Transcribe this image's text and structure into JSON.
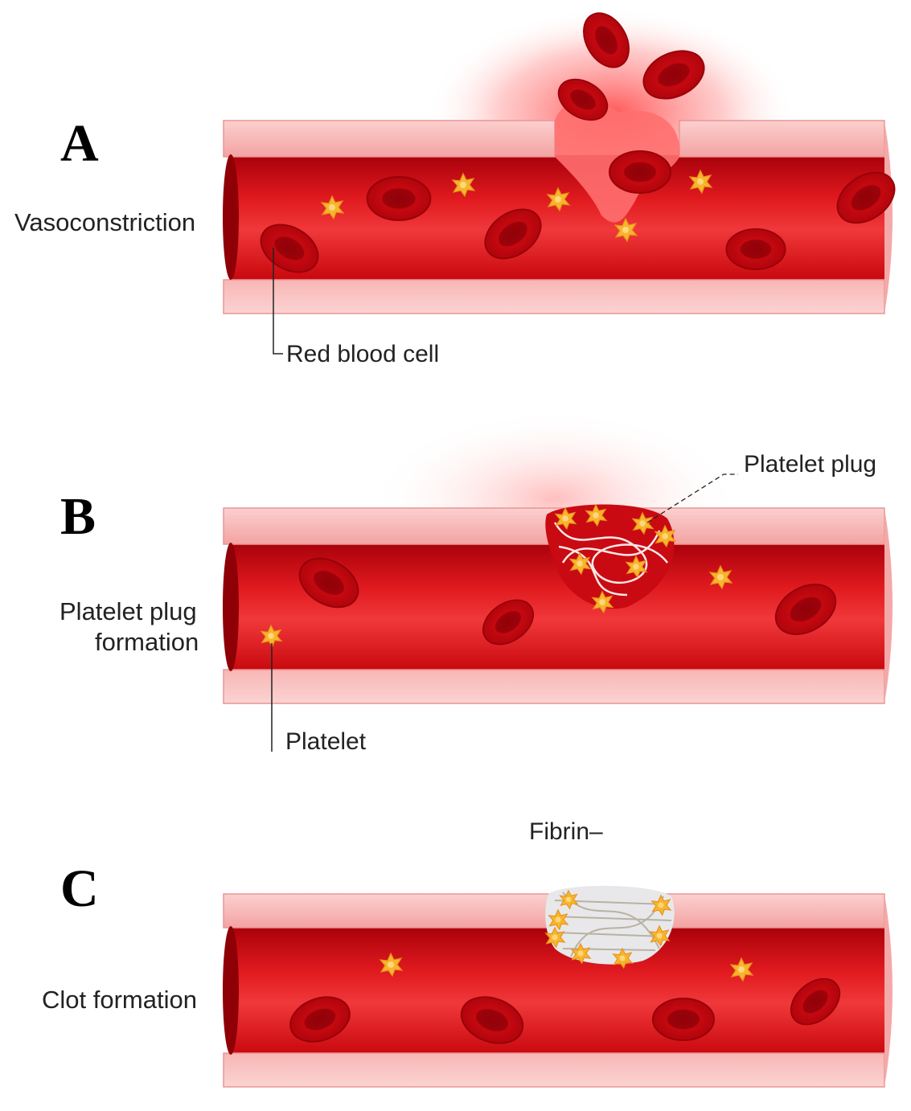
{
  "panels": [
    {
      "letter": "A",
      "label": "Vasoconstriction",
      "callout": "Red blood cell"
    },
    {
      "letter": "B",
      "label_line1": "Platelet plug",
      "label_line2": "formation",
      "callout_plug": "Platelet plug",
      "callout_platelet": "Platelet"
    },
    {
      "letter": "C",
      "label": "Clot formation",
      "callout": "Fibrin–"
    }
  ],
  "colors": {
    "vessel_wall": "#f7b3b3",
    "blood": "#d80f14",
    "red_cell": "#c4070d",
    "platelet": "#f7b52c",
    "fibrin": "#ffffff"
  }
}
